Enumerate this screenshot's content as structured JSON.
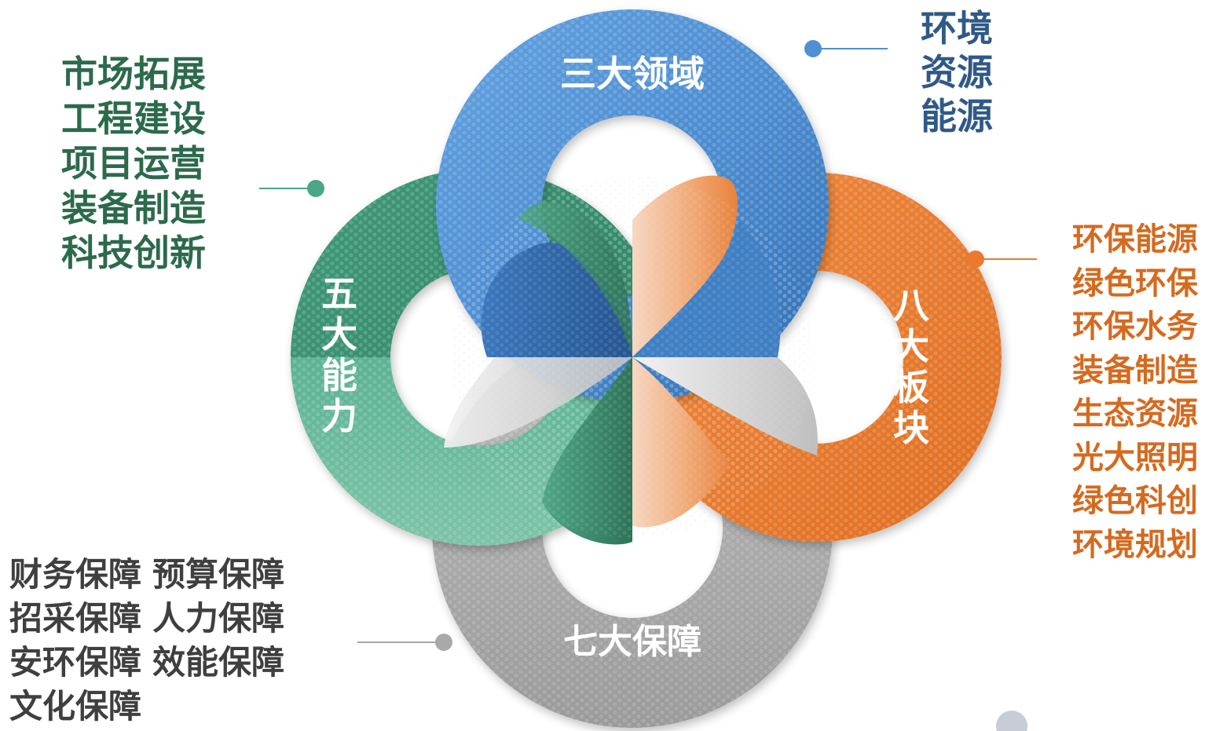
{
  "rings": [
    {
      "id": "blue",
      "label": "三大领域",
      "color": "#4f8fd3"
    },
    {
      "id": "orange",
      "label": "八大板块",
      "color": "#ea7a30"
    },
    {
      "id": "gray",
      "label": "七大保障",
      "color": "#a9a9a9"
    },
    {
      "id": "green",
      "label": "五大能力",
      "color": "#4aa684"
    }
  ],
  "lists": {
    "blue": [
      "环境",
      "资源",
      "能源"
    ],
    "green": [
      "市场拓展",
      "工程建设",
      "项目运营",
      "装备制造",
      "科技创新"
    ],
    "orange": [
      "环保能源",
      "绿色环保",
      "环保水务",
      "装备制造",
      "生态资源",
      "光大照明",
      "绿色科创",
      "环境规划"
    ],
    "gray_rows": [
      [
        "财务保障",
        "预算保障"
      ],
      [
        "招采保障",
        "人力保障"
      ],
      [
        "安环保障",
        "效能保障"
      ],
      [
        "文化保障"
      ]
    ]
  },
  "colors": {
    "blue_text": "#2f5987",
    "green_text": "#2c6a4c",
    "orange_text": "#d56a1f",
    "gray_text": "#3f3f3f",
    "connector_blue": "#4f8fd3",
    "connector_green": "#4aa684",
    "connector_orange": "#ea7a30",
    "connector_gray": "#a9a9a9",
    "deco_dot": "#c7ccd7"
  }
}
